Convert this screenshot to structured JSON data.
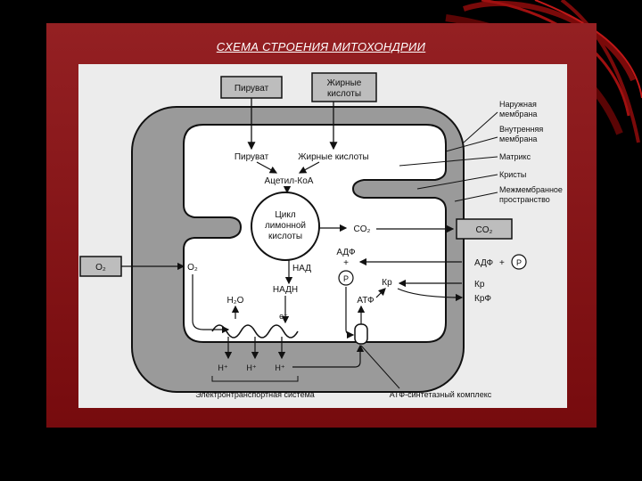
{
  "slide": {
    "title": "СХЕМА СТРОЕНИЯ МИТОХОНДРИИ"
  },
  "diagram": {
    "inputs": {
      "pyruvate_box": "Пируват",
      "fatty_acids_box_line1": "Жирные",
      "fatty_acids_box_line2": "кислоты",
      "o2_box": "O₂"
    },
    "matrix_labels": {
      "pyruvate": "Пируват",
      "fatty_acids": "Жирные кислоты",
      "acetyl_coa": "Ацетил-КоА",
      "cycle_line1": "Цикл",
      "cycle_line2": "лимонной",
      "cycle_line3": "кислоты",
      "co2_inner": "CO₂",
      "o2_inner": "O₂",
      "nad": "НАД",
      "nadh": "НАДН",
      "h2o": "H₂O",
      "electron": "e⁻",
      "adp_inner": "АДФ",
      "plus_inner": "+",
      "p_inner": "P",
      "kr_inner": "Кр",
      "atp_inner": "АТФ",
      "h_plus_1": "H⁺",
      "h_plus_2": "H⁺",
      "h_plus_3": "H⁺"
    },
    "outputs": {
      "co2_box": "CO₂",
      "adp_outer": "АДФ",
      "plus_outer": "+",
      "p_outer": "P",
      "kr_outer": "Кр",
      "krf_outer": "КрФ"
    },
    "legend": {
      "outer_membrane_line1": "Наружная",
      "outer_membrane_line2": "мембрана",
      "inner_membrane_line1": "Внутренняя",
      "inner_membrane_line2": "мембрана",
      "matrix": "Матрикс",
      "cristae": "Кристы",
      "intermembrane_line1": "Межмембранное",
      "intermembrane_line2": "пространство"
    },
    "bottom_labels": {
      "etc": "Электронтранспортная система",
      "atp_synthase": "АТФ-синтетазный комплекс"
    }
  }
}
